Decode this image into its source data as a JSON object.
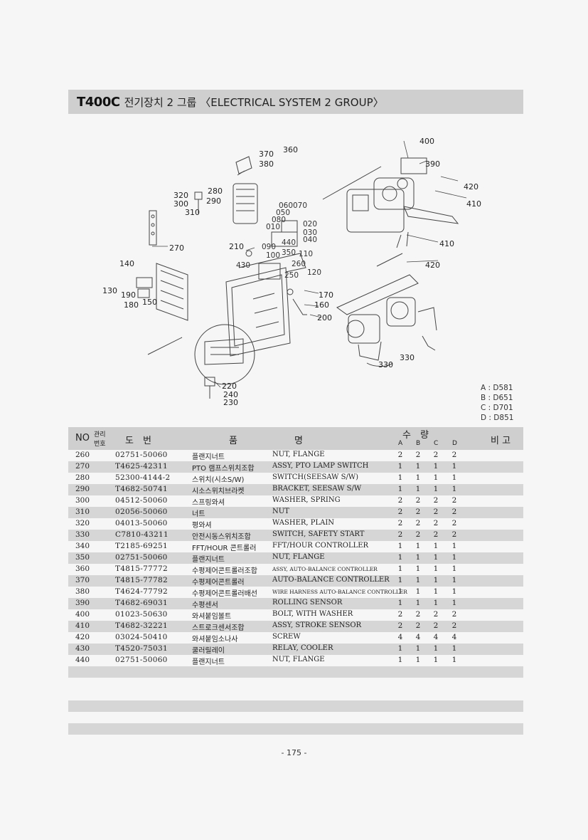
{
  "header": {
    "model": "T400C",
    "title": "전기장치 2 그룹 〈ELECTRICAL SYSTEM 2 GROUP〉"
  },
  "diagram": {
    "callouts": [
      "400",
      "390",
      "420",
      "410",
      "410",
      "420",
      "370",
      "360",
      "380",
      "320",
      "280",
      "300",
      "290",
      "310",
      "060",
      "070",
      "080",
      "050",
      "010",
      "020",
      "030",
      "040",
      "270",
      "210",
      "090",
      "440",
      "100",
      "350",
      "110",
      "430",
      "260",
      "250",
      "120",
      "140",
      "130",
      "190",
      "180",
      "150",
      "170",
      "160",
      "200",
      "220",
      "240",
      "230",
      "330",
      "330"
    ],
    "engine_legend": [
      "A : D581",
      "B : D651",
      "C : D701",
      "D : D851"
    ]
  },
  "table": {
    "headers": {
      "no": "NO",
      "mgmt_top": "관리",
      "mgmt_bottom": "번호",
      "part_no": "도　번",
      "name_kr": "품",
      "name_en": "명",
      "qty": "수　량",
      "qty_cols": [
        "A",
        "B",
        "C",
        "D"
      ],
      "remarks": "비 고"
    },
    "rows": [
      {
        "no": "260",
        "pn": "02751-50060",
        "kr": "플랜지너트",
        "en": "NUT, FLANGE",
        "q": [
          "2",
          "2",
          "2",
          "2"
        ]
      },
      {
        "no": "270",
        "pn": "T4625-42311",
        "kr": "PTO 램프스위치조합",
        "en": "ASSY, PTO LAMP SWITCH",
        "q": [
          "1",
          "1",
          "1",
          "1"
        ]
      },
      {
        "no": "280",
        "pn": "52300-4144-2",
        "kr": "스위치(시소S/W)",
        "en": "SWITCH(SEESAW S/W)",
        "q": [
          "1",
          "1",
          "1",
          "1"
        ]
      },
      {
        "no": "290",
        "pn": "T4682-50741",
        "kr": "시소스위치브라켓",
        "en": "BRACKET, SEESAW S/W",
        "q": [
          "1",
          "1",
          "1",
          "1"
        ]
      },
      {
        "no": "300",
        "pn": "04512-50060",
        "kr": "스프링와셔",
        "en": "WASHER, SPRING",
        "q": [
          "2",
          "2",
          "2",
          "2"
        ]
      },
      {
        "no": "310",
        "pn": "02056-50060",
        "kr": "너트",
        "en": "NUT",
        "q": [
          "2",
          "2",
          "2",
          "2"
        ]
      },
      {
        "no": "320",
        "pn": "04013-50060",
        "kr": "평와셔",
        "en": "WASHER, PLAIN",
        "q": [
          "2",
          "2",
          "2",
          "2"
        ]
      },
      {
        "no": "330",
        "pn": "C7810-43211",
        "kr": "안전시동스위치조합",
        "en": "SWITCH, SAFETY START",
        "q": [
          "2",
          "2",
          "2",
          "2"
        ]
      },
      {
        "no": "340",
        "pn": "T2185-69251",
        "kr": "FFT/HOUR 콘트롤러",
        "en": "FFT/HOUR CONTROLLER",
        "q": [
          "1",
          "1",
          "1",
          "1"
        ]
      },
      {
        "no": "350",
        "pn": "02751-50060",
        "kr": "플랜지너트",
        "en": "NUT, FLANGE",
        "q": [
          "1",
          "1",
          "1",
          "1"
        ]
      },
      {
        "no": "360",
        "pn": "T4815-77772",
        "kr": "수평제어콘트롤러조합",
        "en": "ASSY, AUTO-BALANCE CONTROLLER",
        "q": [
          "1",
          "1",
          "1",
          "1"
        ],
        "en_small": true
      },
      {
        "no": "370",
        "pn": "T4815-77782",
        "kr": "수평제어콘트롤러",
        "en": "AUTO-BALANCE CONTROLLER",
        "q": [
          "1",
          "1",
          "1",
          "1"
        ]
      },
      {
        "no": "380",
        "pn": "T4624-77792",
        "kr": "수평제어콘트롤러배선",
        "en": "WIRE HARNESS AUTO-BALANCE CONTROLLER",
        "q": [
          "1",
          "1",
          "1",
          "1"
        ],
        "en_small": true
      },
      {
        "no": "390",
        "pn": "T4682-69031",
        "kr": "수평센서",
        "en": "ROLLING SENSOR",
        "q": [
          "1",
          "1",
          "1",
          "1"
        ]
      },
      {
        "no": "400",
        "pn": "01023-50630",
        "kr": "와셔붙임볼트",
        "en": "BOLT, WITH WASHER",
        "q": [
          "2",
          "2",
          "2",
          "2"
        ]
      },
      {
        "no": "410",
        "pn": "T4682-32221",
        "kr": "스트로크센서조합",
        "en": "ASSY, STROKE SENSOR",
        "q": [
          "2",
          "2",
          "2",
          "2"
        ]
      },
      {
        "no": "420",
        "pn": "03024-50410",
        "kr": "와셔붙임소나사",
        "en": "SCREW",
        "q": [
          "4",
          "4",
          "4",
          "4"
        ]
      },
      {
        "no": "430",
        "pn": "T4520-75031",
        "kr": "쿨러릴레이",
        "en": "RELAY, COOLER",
        "q": [
          "1",
          "1",
          "1",
          "1"
        ]
      },
      {
        "no": "440",
        "pn": "02751-50060",
        "kr": "플랜지너트",
        "en": "NUT, FLANGE",
        "q": [
          "1",
          "1",
          "1",
          "1"
        ]
      }
    ]
  },
  "footer": {
    "page": "- 175 -"
  }
}
